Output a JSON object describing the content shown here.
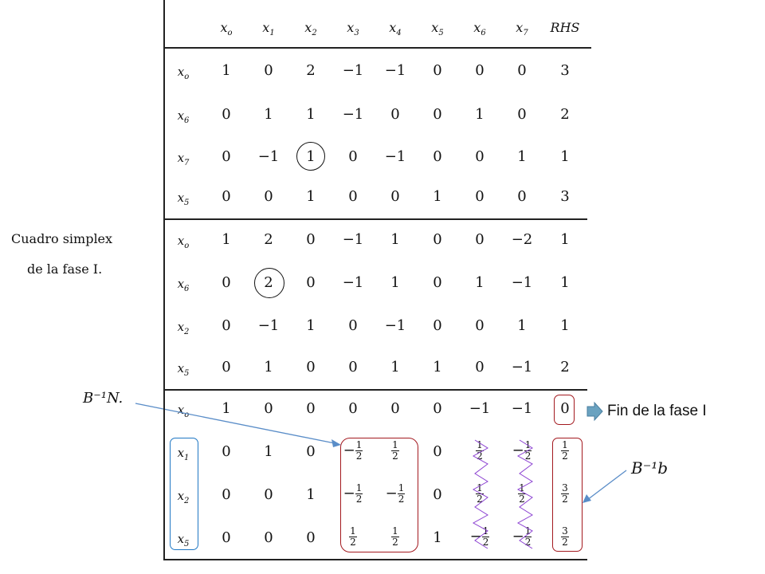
{
  "caption": {
    "line1": "Cuadro simplex",
    "line2": "de la fase I."
  },
  "headers": [
    {
      "b": "x",
      "s": "o"
    },
    {
      "b": "x",
      "s": "1"
    },
    {
      "b": "x",
      "s": "2"
    },
    {
      "b": "x",
      "s": "3"
    },
    {
      "b": "x",
      "s": "4"
    },
    {
      "b": "x",
      "s": "5"
    },
    {
      "b": "x",
      "s": "6"
    },
    {
      "b": "x",
      "s": "7"
    },
    {
      "b": "RHS",
      "s": ""
    }
  ],
  "rows": [
    {
      "label": {
        "b": "x",
        "s": "o"
      },
      "cells": [
        "1",
        "0",
        "2",
        "−1",
        "−1",
        "0",
        "0",
        "0",
        "3"
      ]
    },
    {
      "label": {
        "b": "x",
        "s": "6"
      },
      "cells": [
        "0",
        "1",
        "1",
        "−1",
        "0",
        "0",
        "1",
        "0",
        "2"
      ]
    },
    {
      "label": {
        "b": "x",
        "s": "7"
      },
      "cells": [
        "0",
        "−1",
        "1",
        "0",
        "−1",
        "0",
        "0",
        "1",
        "1"
      ]
    },
    {
      "label": {
        "b": "x",
        "s": "5"
      },
      "cells": [
        "0",
        "0",
        "1",
        "0",
        "0",
        "1",
        "0",
        "0",
        "3"
      ]
    },
    {
      "label": {
        "b": "x",
        "s": "o"
      },
      "cells": [
        "1",
        "2",
        "0",
        "−1",
        "1",
        "0",
        "0",
        "−2",
        "1"
      ]
    },
    {
      "label": {
        "b": "x",
        "s": "6"
      },
      "cells": [
        "0",
        "2",
        "0",
        "−1",
        "1",
        "0",
        "1",
        "−1",
        "1"
      ]
    },
    {
      "label": {
        "b": "x",
        "s": "2"
      },
      "cells": [
        "0",
        "−1",
        "1",
        "0",
        "−1",
        "0",
        "0",
        "1",
        "1"
      ]
    },
    {
      "label": {
        "b": "x",
        "s": "5"
      },
      "cells": [
        "0",
        "1",
        "0",
        "0",
        "1",
        "1",
        "0",
        "−1",
        "2"
      ]
    },
    {
      "label": {
        "b": "x",
        "s": "o"
      },
      "cells": [
        "1",
        "0",
        "0",
        "0",
        "0",
        "0",
        "−1",
        "−1",
        "0"
      ]
    },
    {
      "label": {
        "b": "x",
        "s": "1"
      },
      "cells": [
        "0",
        "1",
        "0",
        "−1/2",
        "1/2",
        "0",
        "1/2",
        "−1/2",
        "1/2"
      ]
    },
    {
      "label": {
        "b": "x",
        "s": "2"
      },
      "cells": [
        "0",
        "0",
        "1",
        "−1/2",
        "−1/2",
        "0",
        "1/2",
        "1/2",
        "3/2"
      ]
    },
    {
      "label": {
        "b": "x",
        "s": "5"
      },
      "cells": [
        "0",
        "0",
        "0",
        "1/2",
        "1/2",
        "1",
        "−1/2",
        "−1/2",
        "3/2"
      ]
    }
  ],
  "pivots": [
    "x7 · x2",
    "x6 · x1"
  ],
  "annotations": {
    "binv_n": "B⁻¹N.",
    "binv_b": "B⁻¹b",
    "fin": "Fin de la fase I",
    "colors": {
      "blue": "#1f77c4",
      "red": "#a3191f",
      "purple": "#8a3fd1",
      "arrow": "#5a8dc8",
      "fin_arrow": "#6aa2c0"
    }
  }
}
